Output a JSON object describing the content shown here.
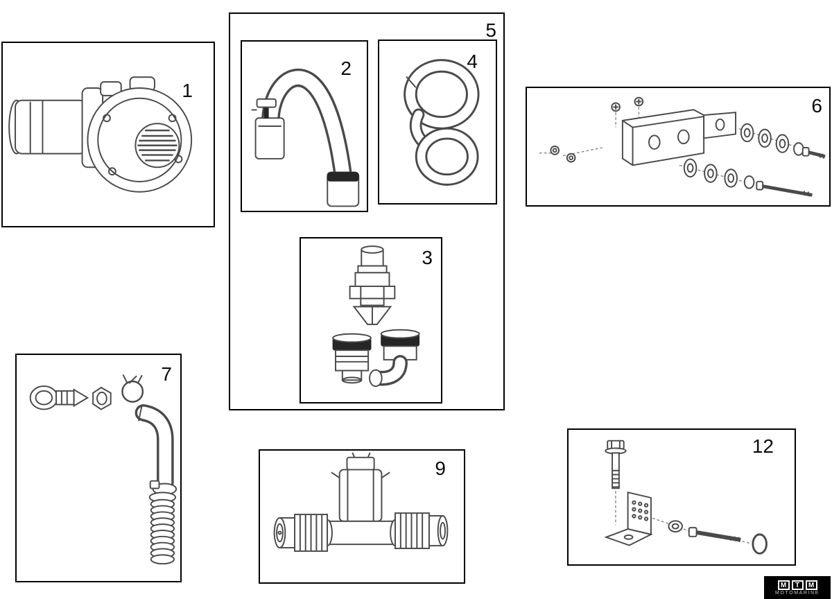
{
  "page": {
    "background": "#ffffff",
    "box_border_color": "#000000",
    "line_color": "#4a4a4a"
  },
  "parts": {
    "p1": {
      "number": "1",
      "drawing": "water-pump"
    },
    "p2": {
      "number": "2",
      "drawing": "curved-outlet-hose"
    },
    "p3": {
      "number": "3",
      "drawing": "hose-connector-fittings"
    },
    "p4": {
      "number": "4",
      "drawing": "looped-hose"
    },
    "p5": {
      "number": "5",
      "drawing": "hose-kit-group"
    },
    "p6": {
      "number": "6",
      "drawing": "mounting-bracket-hardware"
    },
    "p7": {
      "number": "7",
      "drawing": "hose-with-fitting-and-clamps"
    },
    "p9": {
      "number": "9",
      "drawing": "solenoid-valve-assembly"
    },
    "p12": {
      "number": "12",
      "drawing": "angle-bracket-bolt-kit"
    }
  },
  "logo": {
    "letters": [
      "M",
      "T",
      "M"
    ],
    "name": "MOTOMARINE"
  }
}
